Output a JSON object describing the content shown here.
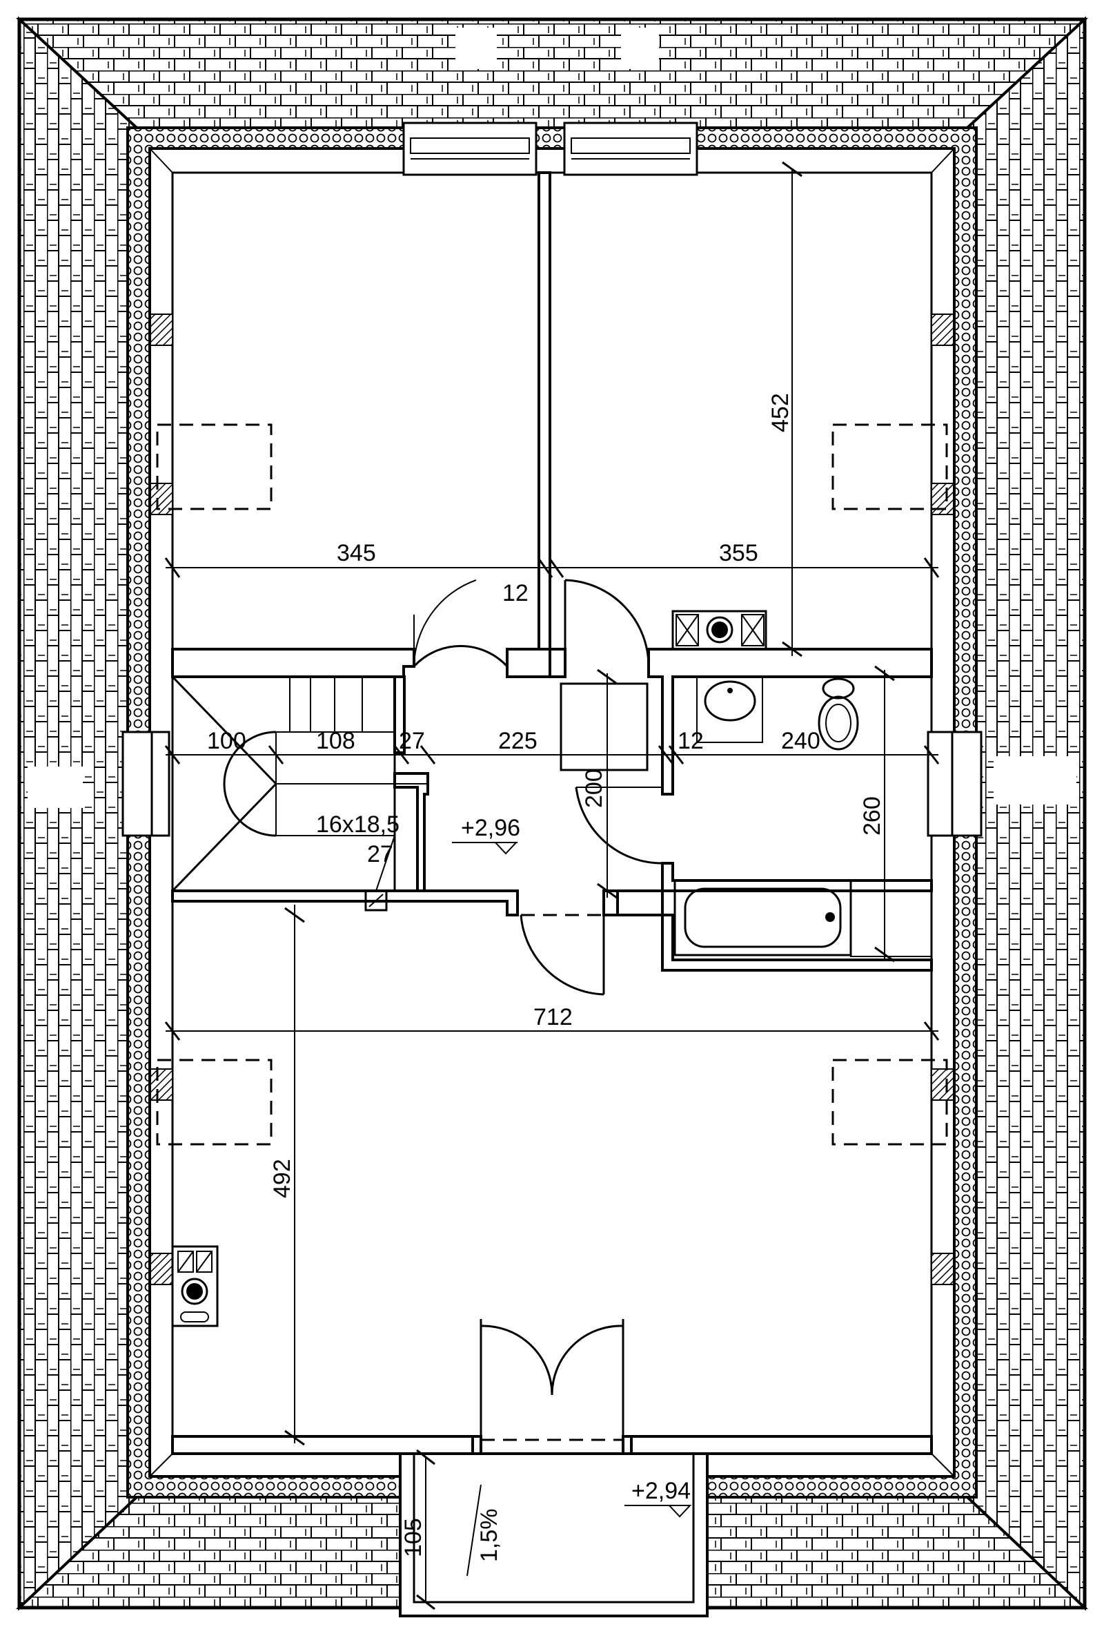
{
  "dimensions": {
    "room_top_left_width": "345",
    "room_top_right_width": "355",
    "room_top_right_depth": "452",
    "partition_thickness": "12",
    "stair_landing": "100",
    "stair_run": "108",
    "stair_gap": "27",
    "hall_width": "225",
    "bath_partition": "12",
    "bath_width": "240",
    "bath_depth": "260",
    "hall_depth": "200",
    "room_bottom_width": "712",
    "room_bottom_depth": "492",
    "balcony_depth": "105"
  },
  "stairs": {
    "steps_spec": "16x18,5",
    "tread_depth": "27"
  },
  "levels": {
    "hall_level": "+2,96",
    "balcony_level": "+2,94"
  },
  "balcony": {
    "slope": "1,5%"
  }
}
